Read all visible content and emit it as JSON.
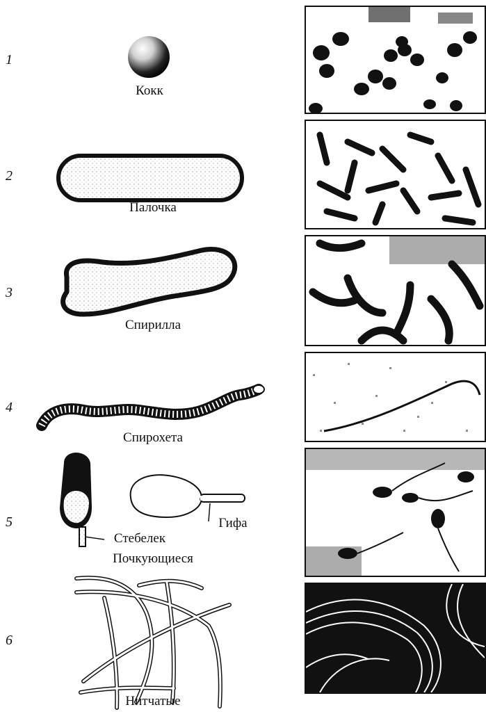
{
  "rows": [
    {
      "number": "1",
      "label": "Кокк"
    },
    {
      "number": "2",
      "label": "Палочка"
    },
    {
      "number": "3",
      "label": "Спирилла"
    },
    {
      "number": "4",
      "label": "Спирохета"
    },
    {
      "number": "5",
      "label": "Почкующиеся",
      "callouts": {
        "stalk": "Стебелек",
        "hypha": "Гифа"
      }
    },
    {
      "number": "6",
      "label": "Нитчатые"
    }
  ],
  "colors": {
    "ink": "#111111",
    "paper": "#ffffff"
  }
}
